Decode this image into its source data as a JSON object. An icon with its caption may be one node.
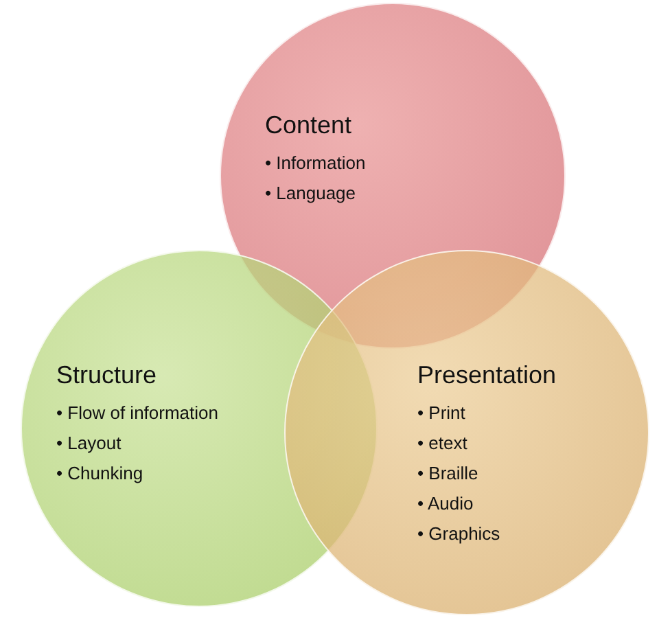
{
  "diagram": {
    "nodes": [
      {
        "text": [
          "Content",
          "• Information",
          "• Language"
        ]
      },
      {
        "text": [
          "Structure",
          "• Flow of information",
          "• Layout",
          "• Chunking"
        ]
      },
      {
        "text": [
          "Presentation",
          "• Print",
          "• etext",
          "• Braille",
          "• Audio",
          "• Graphics"
        ]
      }
    ],
    "edges": []
  }
}
